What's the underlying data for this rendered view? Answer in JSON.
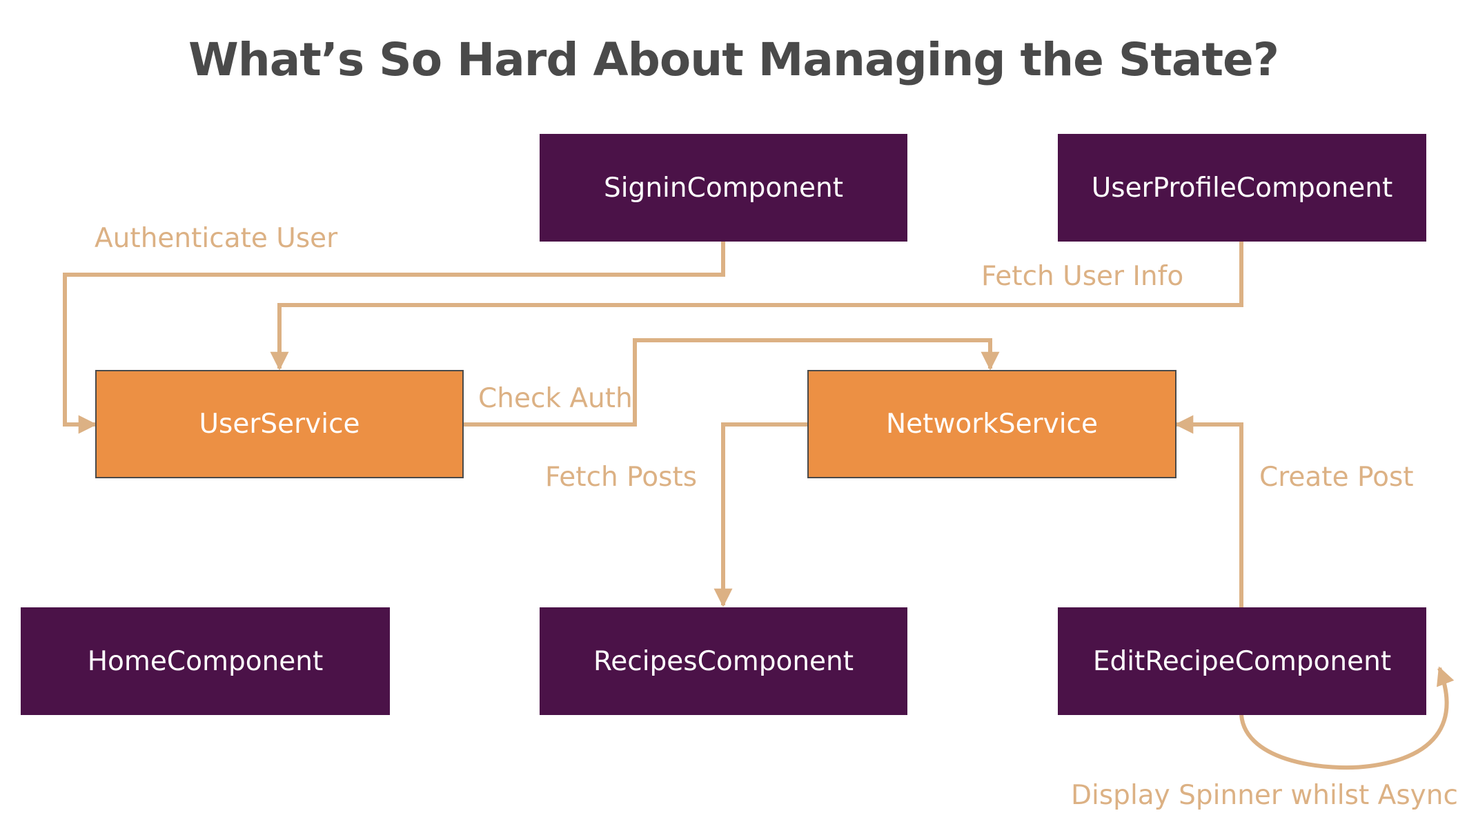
{
  "title": "What’s So Hard About Managing the State?",
  "colors": {
    "component_fill": "#4b1248",
    "service_fill": "#ec9044",
    "connector": "#dcb184",
    "title_text": "#4a4a4a"
  },
  "nodes": {
    "signin": "SigninComponent",
    "user_profile": "UserProfileComponent",
    "user_service": "UserService",
    "network_service": "NetworkService",
    "home": "HomeComponent",
    "recipes": "RecipesComponent",
    "edit_recipe": "EditRecipeComponent"
  },
  "edges": {
    "authenticate_user": "Authenticate User",
    "fetch_user_info": "Fetch User Info",
    "check_auth": "Check Auth",
    "fetch_posts": "Fetch Posts",
    "create_post": "Create Post",
    "display_spinner": "Display Spinner whilst Async"
  }
}
